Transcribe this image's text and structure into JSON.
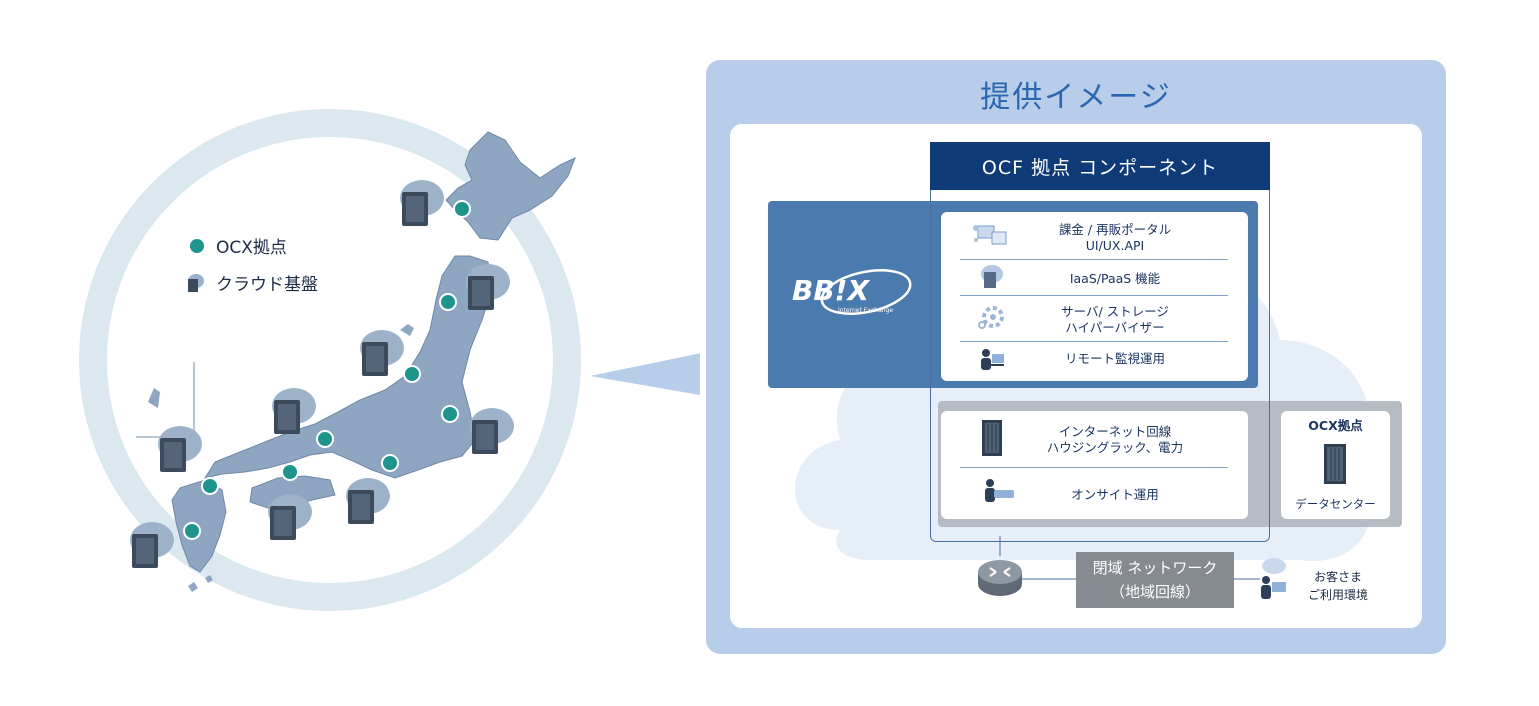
{
  "legend": {
    "ocx_label": "OCX拠点",
    "cloud_label": "クラウド基盤"
  },
  "panel": {
    "title": "提供イメージ",
    "ocf_header": "OCF 拠点 コンポーネント",
    "logo_text": "BB!X",
    "logo_sub": "Internet Exchange",
    "items_top": [
      {
        "line1": "課金 / 再販ポータル",
        "line2": "UI/UX.API",
        "icon": "dashboard-icon"
      },
      {
        "line1": "IaaS/PaaS 機能",
        "line2": "",
        "icon": "cloud-server-icon"
      },
      {
        "line1": "サーバ/ ストレージ",
        "line2": "ハイパーバイザー",
        "icon": "gear-icon"
      },
      {
        "line1": "リモート監視運用",
        "line2": "",
        "icon": "operator-icon"
      }
    ],
    "items_mid": [
      {
        "line1": "インターネット回線",
        "line2": "ハウジングラック、電力",
        "icon": "server-rack-icon"
      },
      {
        "line1": "オンサイト運用",
        "line2": "",
        "icon": "operator-icon"
      }
    ],
    "ocx_box": {
      "title": "OCX拠点",
      "caption": "データセンター"
    },
    "closed_network": {
      "line1": "閉域 ネットワーク",
      "line2": "（地域回線）"
    },
    "customer": {
      "line1": "お客さま",
      "line2": "ご利用環境"
    }
  },
  "colors": {
    "ocx_dot": "#1f948d",
    "map_fill": "#8fa6c2",
    "panel_bg": "#b7cde9",
    "header_navy": "#0e3a77",
    "bbix_band": "#4b7aaf",
    "gray_band": "#b5bcc3"
  }
}
